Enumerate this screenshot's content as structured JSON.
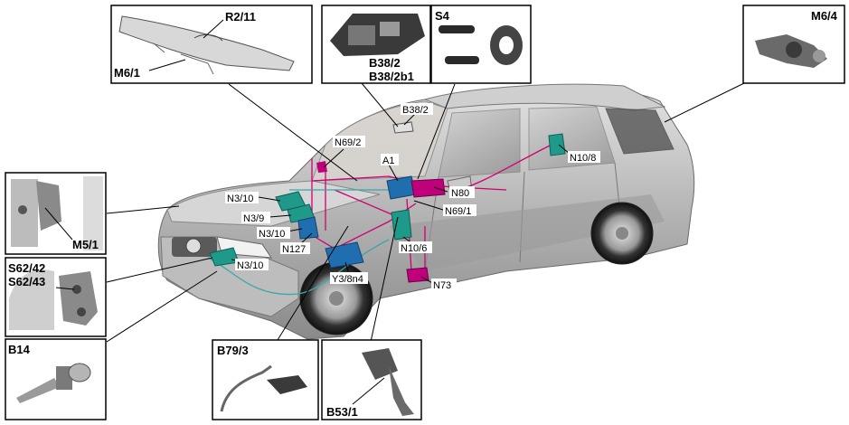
{
  "insets": {
    "m6_1_r2_11": {
      "label_top": "R2/11",
      "label_bottom": "M6/1"
    },
    "b38": {
      "label_line1": "B38/2",
      "label_line2": "B38/2b1"
    },
    "s4": {
      "label": "S4"
    },
    "m6_4": {
      "label": "M6/4"
    },
    "m5_1": {
      "label": "M5/1"
    },
    "s62": {
      "label_line1": "S62/42",
      "label_line2": "S62/43"
    },
    "b14": {
      "label": "B14"
    },
    "b79_3": {
      "label": "B79/3"
    },
    "b53_1": {
      "label": "B53/1"
    }
  },
  "callouts": {
    "b38_2": "B38/2",
    "n69_2": "N69/2",
    "a1": "A1",
    "n10_8": "N10/8",
    "n3_10_top": "N3/10",
    "n3_9": "N3/9",
    "n3_10_mid": "N3/10",
    "n127": "N127",
    "n3_10_low": "N3/10",
    "n80": "N80",
    "n69_1": "N69/1",
    "n10_6": "N10/6",
    "y3_8n4": "Y3/8n4",
    "n73": "N73"
  },
  "colors": {
    "car_body": "#a8a8a8",
    "wiring_pink": "#d0006f",
    "wiring_cyan": "#3aa8a8",
    "module_teal": "#1f9a8a",
    "module_blue": "#1f6fb0",
    "module_magenta": "#c0007a"
  }
}
